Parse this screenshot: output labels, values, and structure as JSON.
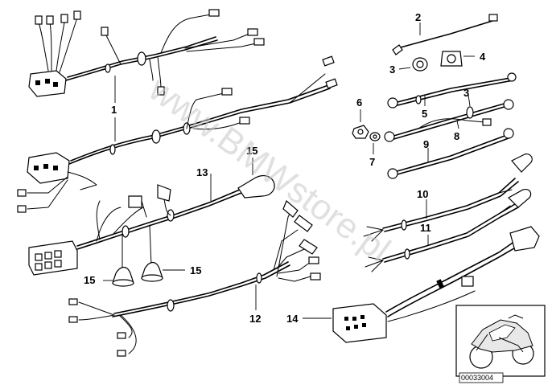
{
  "watermark": "www.BMWstore.pl",
  "diagram_code": "00033004",
  "labels": {
    "p1": "1",
    "p2": "2",
    "p3a": "3",
    "p3b": "3",
    "p4": "4",
    "p5": "5",
    "p6": "6",
    "p7": "7",
    "p8": "8",
    "p9": "9",
    "p10": "10",
    "p11": "11",
    "p12": "12",
    "p13": "13",
    "p14": "14",
    "p15a": "15",
    "p15b": "15",
    "p15c": "15"
  },
  "thumbnail": {
    "icon": "motorcycle-icon"
  }
}
